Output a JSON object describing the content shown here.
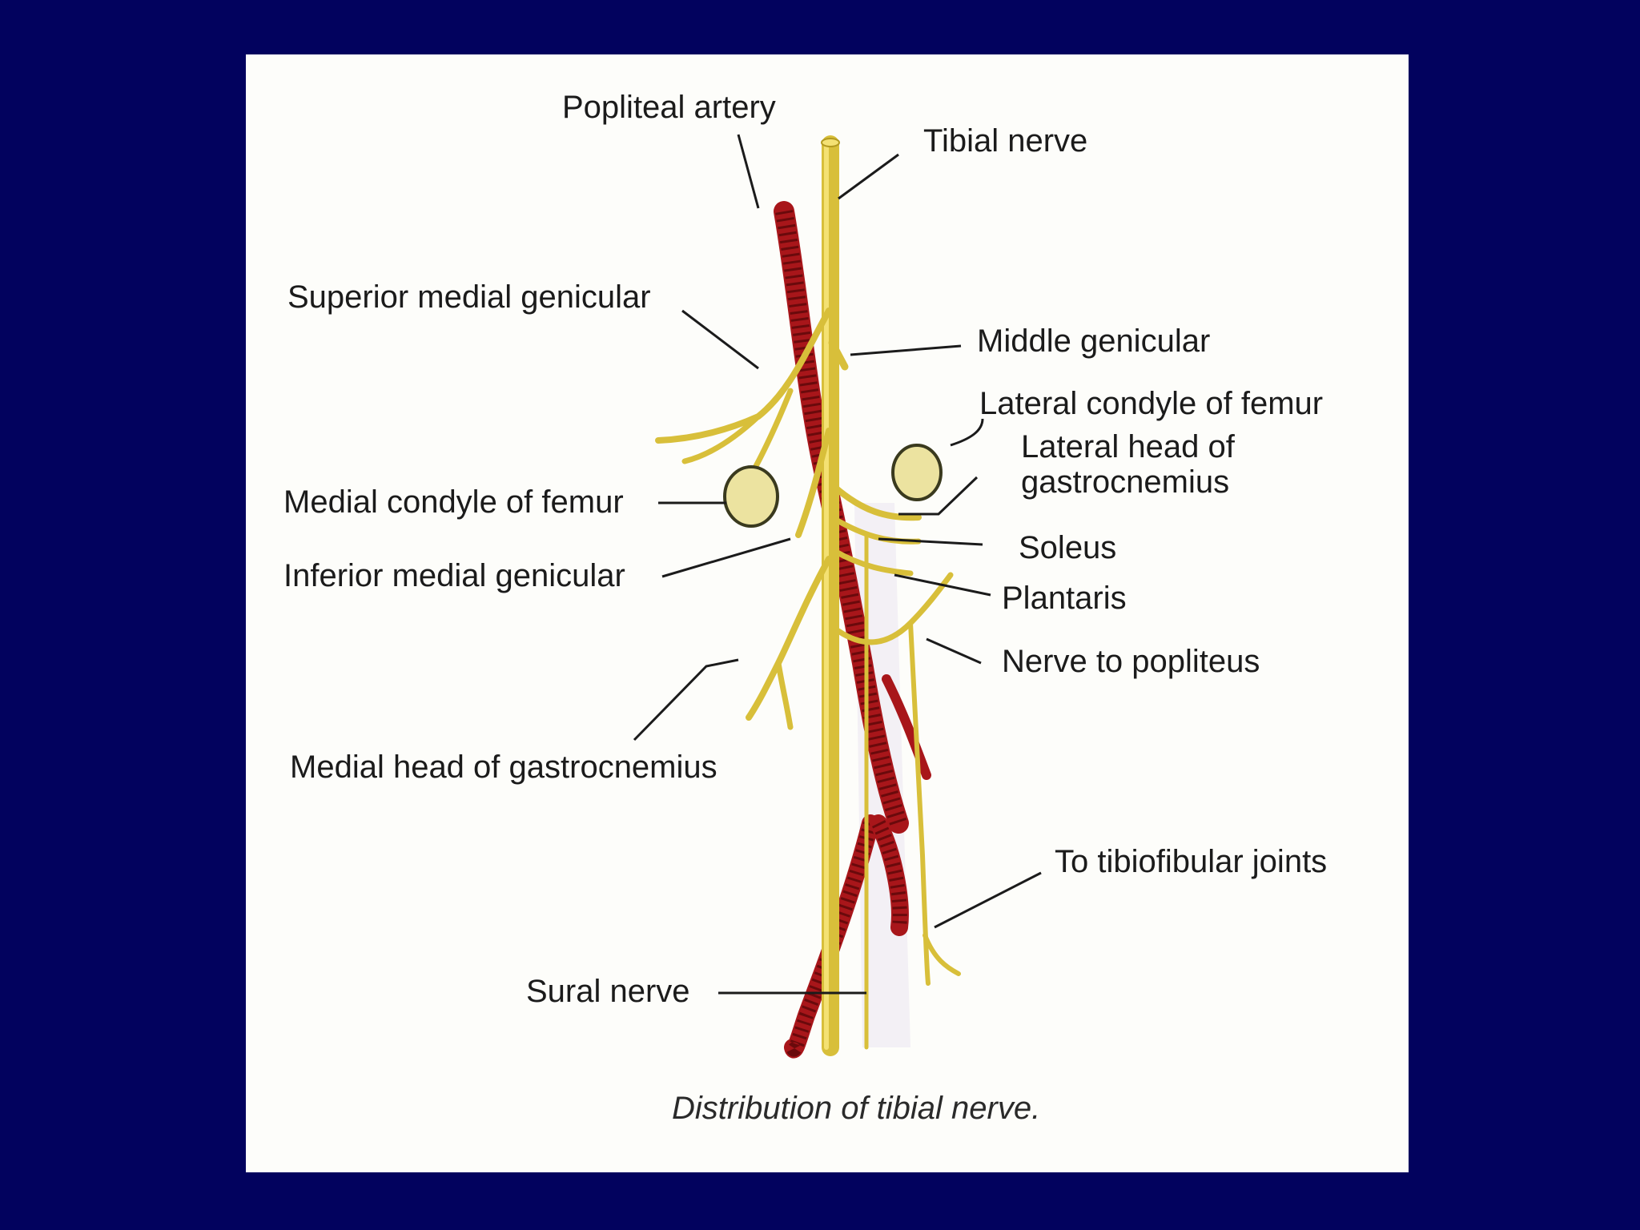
{
  "caption": "Distribution of tibial nerve.",
  "labels": {
    "popliteal_artery": "Popliteal artery",
    "tibial_nerve": "Tibial nerve",
    "superior_medial_genicular": "Superior medial genicular",
    "middle_genicular": "Middle genicular",
    "lateral_condyle_of_femur": "Lateral condyle of femur",
    "lateral_head_line1": "Lateral head of",
    "lateral_head_line2": "gastrocnemius",
    "medial_condyle_of_femur": "Medial condyle of femur",
    "soleus": "Soleus",
    "inferior_medial_genicular": "Inferior medial genicular",
    "plantaris": "Plantaris",
    "nerve_to_popliteus": "Nerve to popliteus",
    "medial_head_of_gastrocnemius": "Medial head of gastrocnemius",
    "to_tibiofibular_joints": "To tibiofibular joints",
    "sural_nerve": "Sural nerve"
  },
  "colors": {
    "background": "#02025e",
    "panel": "#fdfdfa",
    "artery": "#a8161a",
    "nerve": "#d8bf3a",
    "condyle": "#ece3a0"
  }
}
